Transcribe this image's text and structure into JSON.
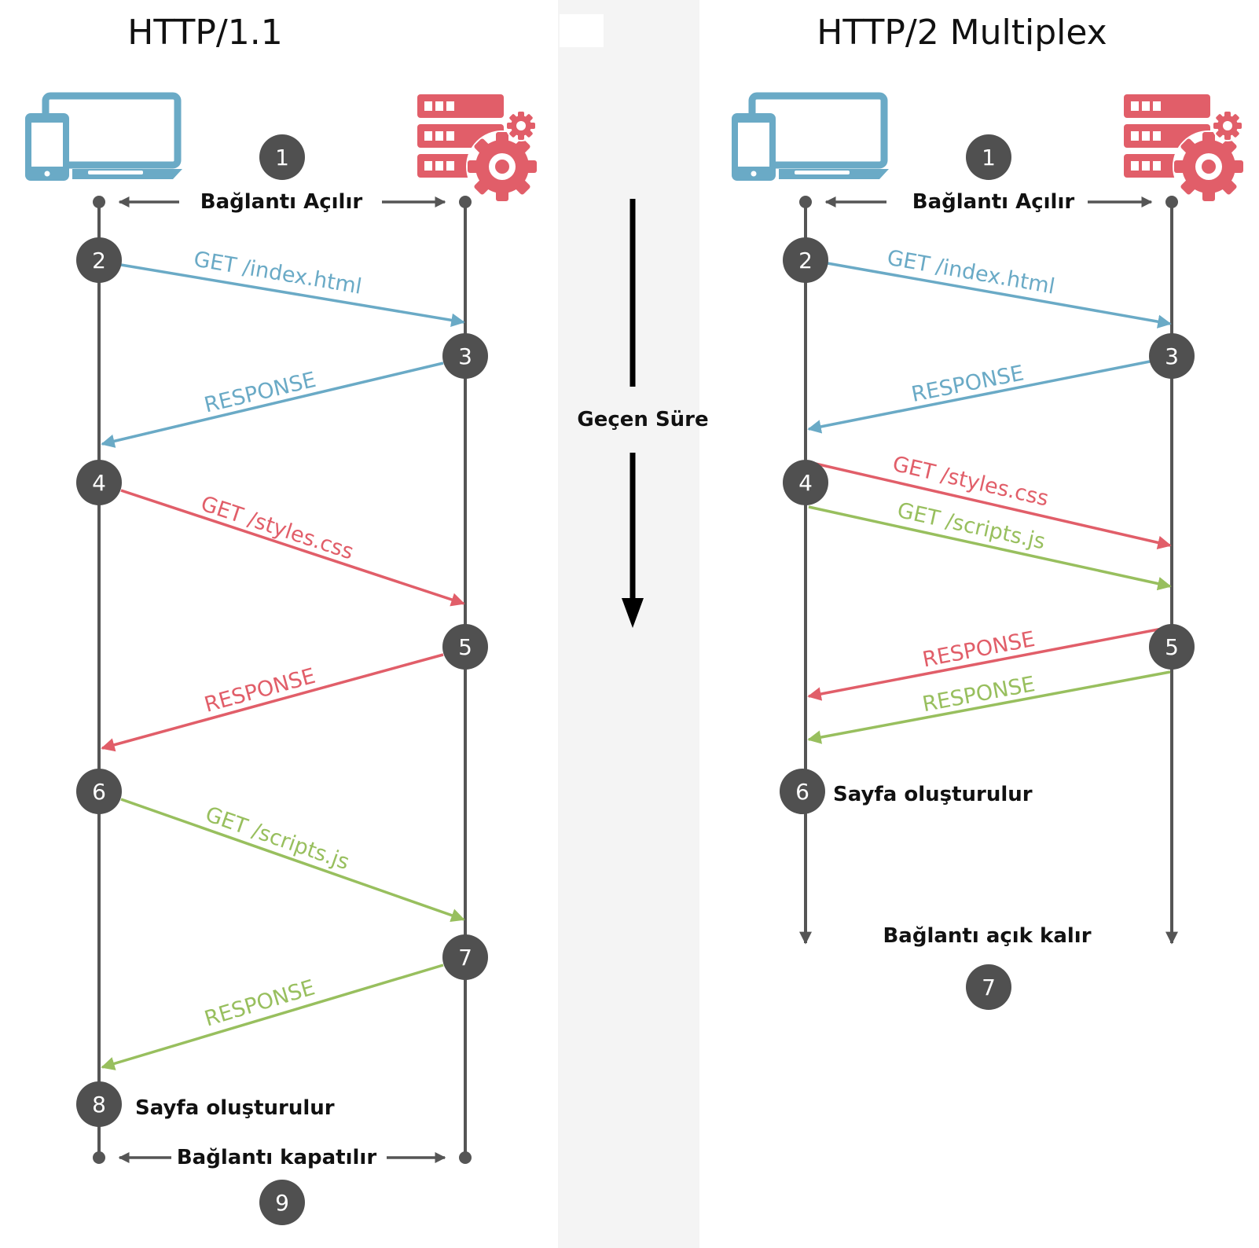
{
  "colors": {
    "blue": "#6aaac6",
    "red": "#e15e69",
    "green": "#98bf5e",
    "lifeline": "#555555",
    "step_circle": "#505050",
    "band": "#f4f4f4"
  },
  "icons": {
    "client": "devices-icon",
    "server": "server-gear-icon"
  },
  "middle": {
    "time_label": "Geçen Süre"
  },
  "left": {
    "title": "HTTP/1.1",
    "open_label": "Bağlantı Açılır",
    "close_label": "Bağlantı kapatılır",
    "page_label": "Sayfa oluşturulur",
    "steps": [
      "1",
      "2",
      "3",
      "4",
      "5",
      "6",
      "7",
      "8",
      "9"
    ],
    "messages": [
      {
        "text": "GET /index.html",
        "color": "blue"
      },
      {
        "text": "RESPONSE",
        "color": "blue"
      },
      {
        "text": "GET /styles.css",
        "color": "red"
      },
      {
        "text": "RESPONSE",
        "color": "red"
      },
      {
        "text": "GET /scripts.js",
        "color": "green"
      },
      {
        "text": "RESPONSE",
        "color": "green"
      }
    ]
  },
  "right": {
    "title": "HTTP/2 Multiplex",
    "open_label": "Bağlantı Açılır",
    "keep_label": "Bağlantı açık kalır",
    "page_label": "Sayfa oluşturulur",
    "steps": [
      "1",
      "2",
      "3",
      "4",
      "5",
      "6",
      "7"
    ],
    "messages": [
      {
        "text": "GET /index.html",
        "color": "blue"
      },
      {
        "text": "RESPONSE",
        "color": "blue"
      },
      {
        "text": "GET /styles.css",
        "color": "red"
      },
      {
        "text": "GET /scripts.js",
        "color": "green"
      },
      {
        "text": "RESPONSE",
        "color": "red"
      },
      {
        "text": "RESPONSE",
        "color": "green"
      }
    ]
  }
}
